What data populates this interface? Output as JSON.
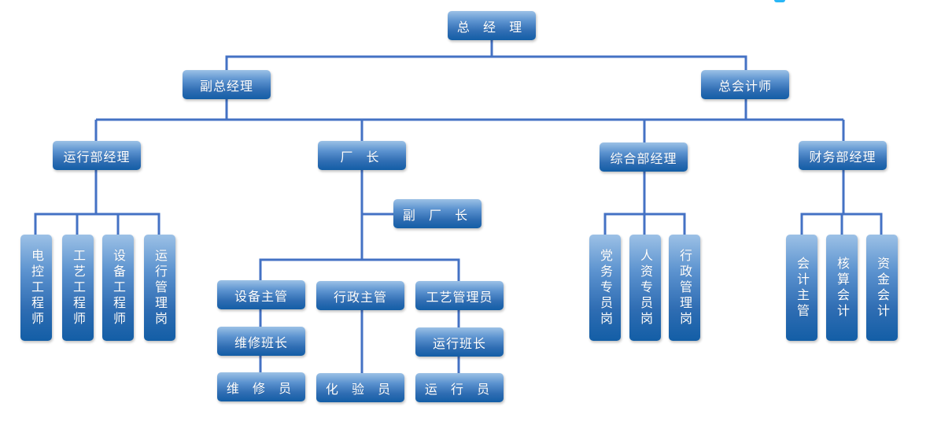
{
  "org_chart": {
    "line_color": "#4472c4",
    "ceo": "总 经 理",
    "deputy_gm": "副总经理",
    "chief_accountant": "总会计师",
    "ops_manager": "运行部经理",
    "ops_staff": [
      "电控工程师",
      "工艺工程师",
      "设备工程师",
      "运行管理岗"
    ],
    "plant_director": "厂  长",
    "deputy_plant_director": "副 厂 长",
    "plant_supervisors": [
      "设备主管",
      "行政主管",
      "工艺管理员"
    ],
    "plant_leads": [
      "维修班长",
      "运行班长"
    ],
    "plant_workers": [
      "维 修 员",
      "化 验 员",
      "运 行 员"
    ],
    "general_manager": "综合部经理",
    "general_staff": [
      "党务专员岗",
      "人资专员岗",
      "行政管理岗"
    ],
    "finance_manager": "财务部经理",
    "finance_staff": [
      "会计主管",
      "核算会计",
      "资金会计"
    ]
  }
}
